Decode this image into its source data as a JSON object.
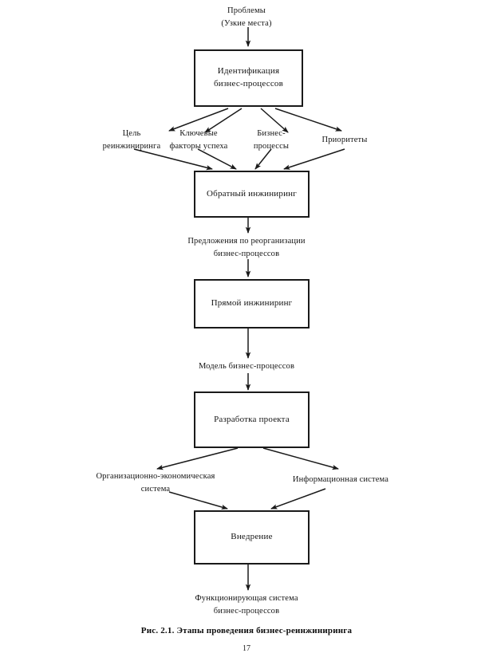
{
  "document": {
    "page_number": "17",
    "caption": "Рис. 2.1. Этапы проведения бизнес-реинжиниринга"
  },
  "diagram": {
    "type": "flowchart",
    "title": "Этапы проведения бизнес-реинжиниринга",
    "top_input": {
      "line1": "Проблемы",
      "line2": "(Узкие места)"
    },
    "boxes": [
      {
        "id": "identification",
        "line1": "Идентификация",
        "line2": "бизнес-процессов"
      },
      {
        "id": "reverse-engineering",
        "line1": "Обратный инжиниринг",
        "line2": ""
      },
      {
        "id": "forward-engineering",
        "line1": "Прямой инжиниринг",
        "line2": ""
      },
      {
        "id": "project-development",
        "line1": "Разработка проекта",
        "line2": ""
      },
      {
        "id": "implementation",
        "line1": "Внедрение",
        "line2": ""
      }
    ],
    "identification_outputs": [
      {
        "id": "goal",
        "line1": "Цель",
        "line2": "реинжиниринга"
      },
      {
        "id": "key-success-factors",
        "line1": "Ключевые",
        "line2": "факторы успеха"
      },
      {
        "id": "business-processes",
        "line1": "Бизнес-",
        "line2": "процессы"
      },
      {
        "id": "priorities",
        "line1": "Приоритеты",
        "line2": ""
      }
    ],
    "reverse_output": {
      "line1": "Предложения по реорганизации",
      "line2": "бизнес-процессов"
    },
    "forward_output": {
      "line1": "Модель бизнес-процессов",
      "line2": ""
    },
    "project_outputs": [
      {
        "id": "org-economic-system",
        "line1": "Организационно-экономическая",
        "line2": "система"
      },
      {
        "id": "information-system",
        "line1": "Информационная  система",
        "line2": ""
      }
    ],
    "final_output": {
      "line1": "Функционирующая  система",
      "line2": "бизнес-процессов"
    }
  },
  "colors": {
    "stroke": "#1a1a1a",
    "text": "#151515",
    "background": "#ffffff"
  }
}
